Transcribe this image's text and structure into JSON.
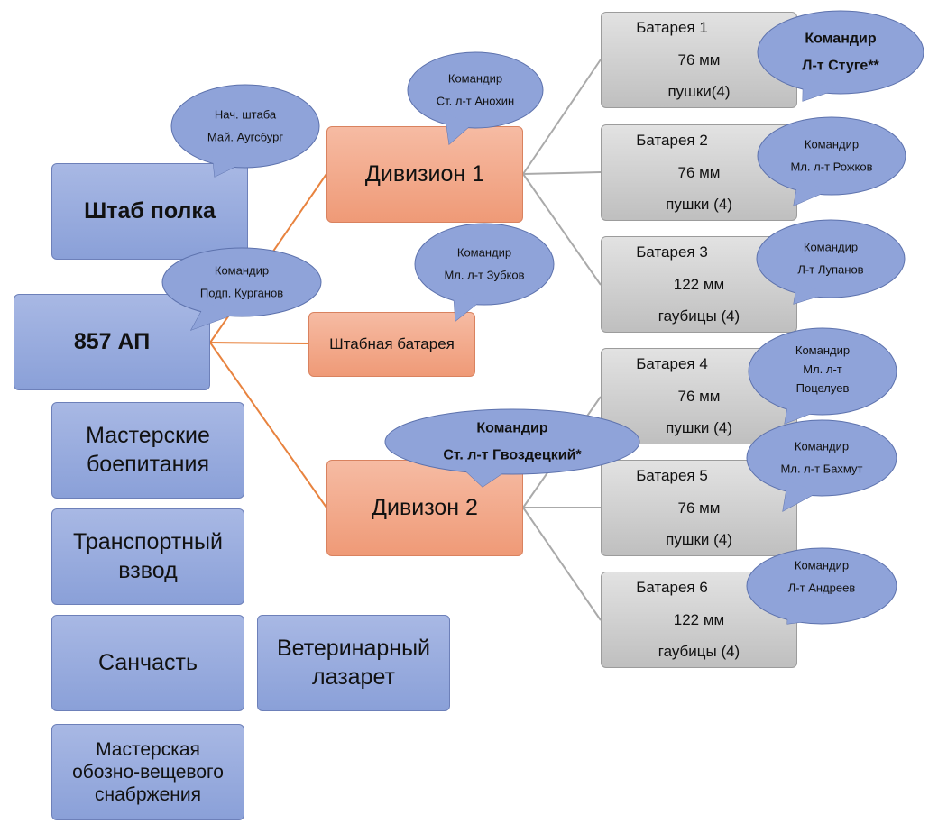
{
  "regiment": {
    "label": "857 АП",
    "commander_title": "Командир",
    "commander": "Подп. Курганов"
  },
  "hq": {
    "label": "Штаб полка",
    "chief_title": "Нач. штаба",
    "chief": "Май. Аугсбург"
  },
  "divisions": [
    {
      "label": "Дивизион 1",
      "commander_title": "Командир",
      "commander": "Ст. л-т Анохин"
    },
    {
      "label": "Дивизон 2",
      "commander_title": "Командир",
      "commander": "Ст. л-т Гвоздецкий*"
    }
  ],
  "hq_battery": {
    "label": "Штабная батарея",
    "commander_title": "Командир",
    "commander": "Мл. л-т Зубков"
  },
  "batteries": [
    {
      "name": "Батарея 1",
      "weapons": "76 мм пушки(4)",
      "commander_title": "Командир",
      "commander": "Л-т Стуге**"
    },
    {
      "name": "Батарея 2",
      "weapons": "76 мм пушки (4)",
      "commander_title": "Командир",
      "commander": "Мл. л-т Рожков"
    },
    {
      "name": "Батарея 3",
      "weapons": "122 мм гаубицы (4)",
      "commander_title": "Командир",
      "commander": "Л-т Лупанов"
    },
    {
      "name": "Батарея 4",
      "weapons": "76 мм пушки (4)",
      "commander_title": "Командир",
      "commander": "Мл. л-т",
      "commander_line2": "Поцелуев"
    },
    {
      "name": "Батарея 5",
      "weapons": "76 мм пушки (4)",
      "commander_title": "Командир",
      "commander": "Мл. л-т Бахмут"
    },
    {
      "name": "Батарея 6",
      "weapons": "122 мм гаубицы (4)",
      "commander_title": "Командир",
      "commander": "Л-т Андреев"
    }
  ],
  "support_units": [
    {
      "line1": "Мастерские",
      "line2": "боепитания"
    },
    {
      "line1": "Транспортный",
      "line2": "взвод"
    },
    {
      "line1": "Санчасть"
    },
    {
      "line1": "Ветеринарный",
      "line2": "лазарет"
    },
    {
      "line1": "Мастерская",
      "line2": "обозно-вещевого",
      "line3": "снабржения"
    }
  ],
  "colors": {
    "blue": "#8fa3d9",
    "orange": "#ef9a77",
    "gray": "#c8c8c8",
    "orange_line": "#e8833f",
    "gray_line": "#aaaaaa"
  }
}
